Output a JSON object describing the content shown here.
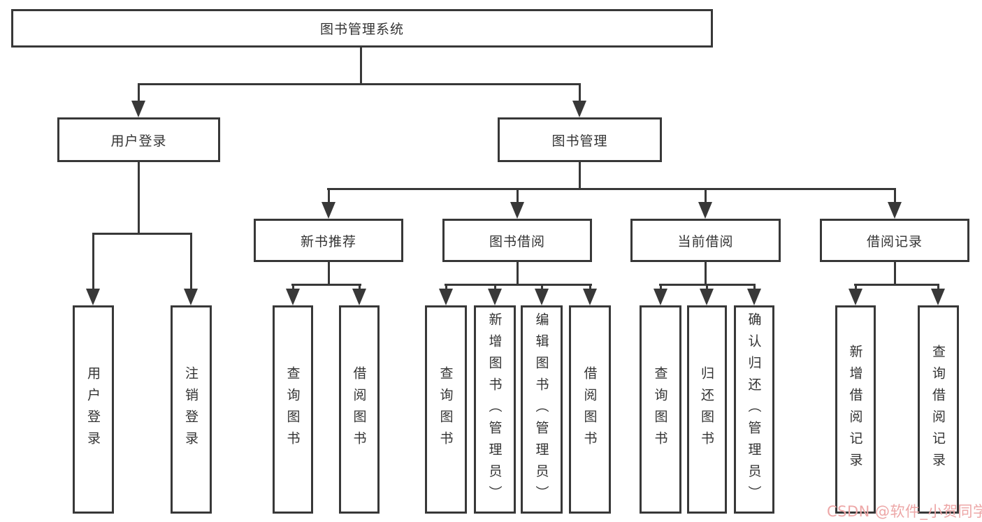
{
  "diagram": {
    "title": "图书管理系统",
    "type": "tree",
    "colors": {
      "line": "#383838",
      "border": "#383838",
      "text": "#333333",
      "background": "#ffffff",
      "watermark": "#eda7a7"
    },
    "nodes": {
      "root": "图书管理系统",
      "user_login": "用户登录",
      "book_mgmt": "图书管理",
      "new_books": "新书推荐",
      "book_borrow": "图书借阅",
      "current_borrow": "当前借阅",
      "borrow_records": "借阅记录",
      "user_login_children": [
        "用户登录",
        "注销登录"
      ],
      "new_books_children": [
        "查询图书",
        "借阅图书"
      ],
      "book_borrow_children": [
        "查询图书",
        "新增图书（管理员）",
        "编辑图书（管理员）",
        "借阅图书"
      ],
      "current_borrow_children": [
        "查询图书",
        "归还图书",
        "确认归还（管理员）"
      ],
      "borrow_records_children": [
        "新增借阅记录",
        "查询借阅记录"
      ]
    },
    "watermark": "CSDN @软件_小贺同学"
  }
}
